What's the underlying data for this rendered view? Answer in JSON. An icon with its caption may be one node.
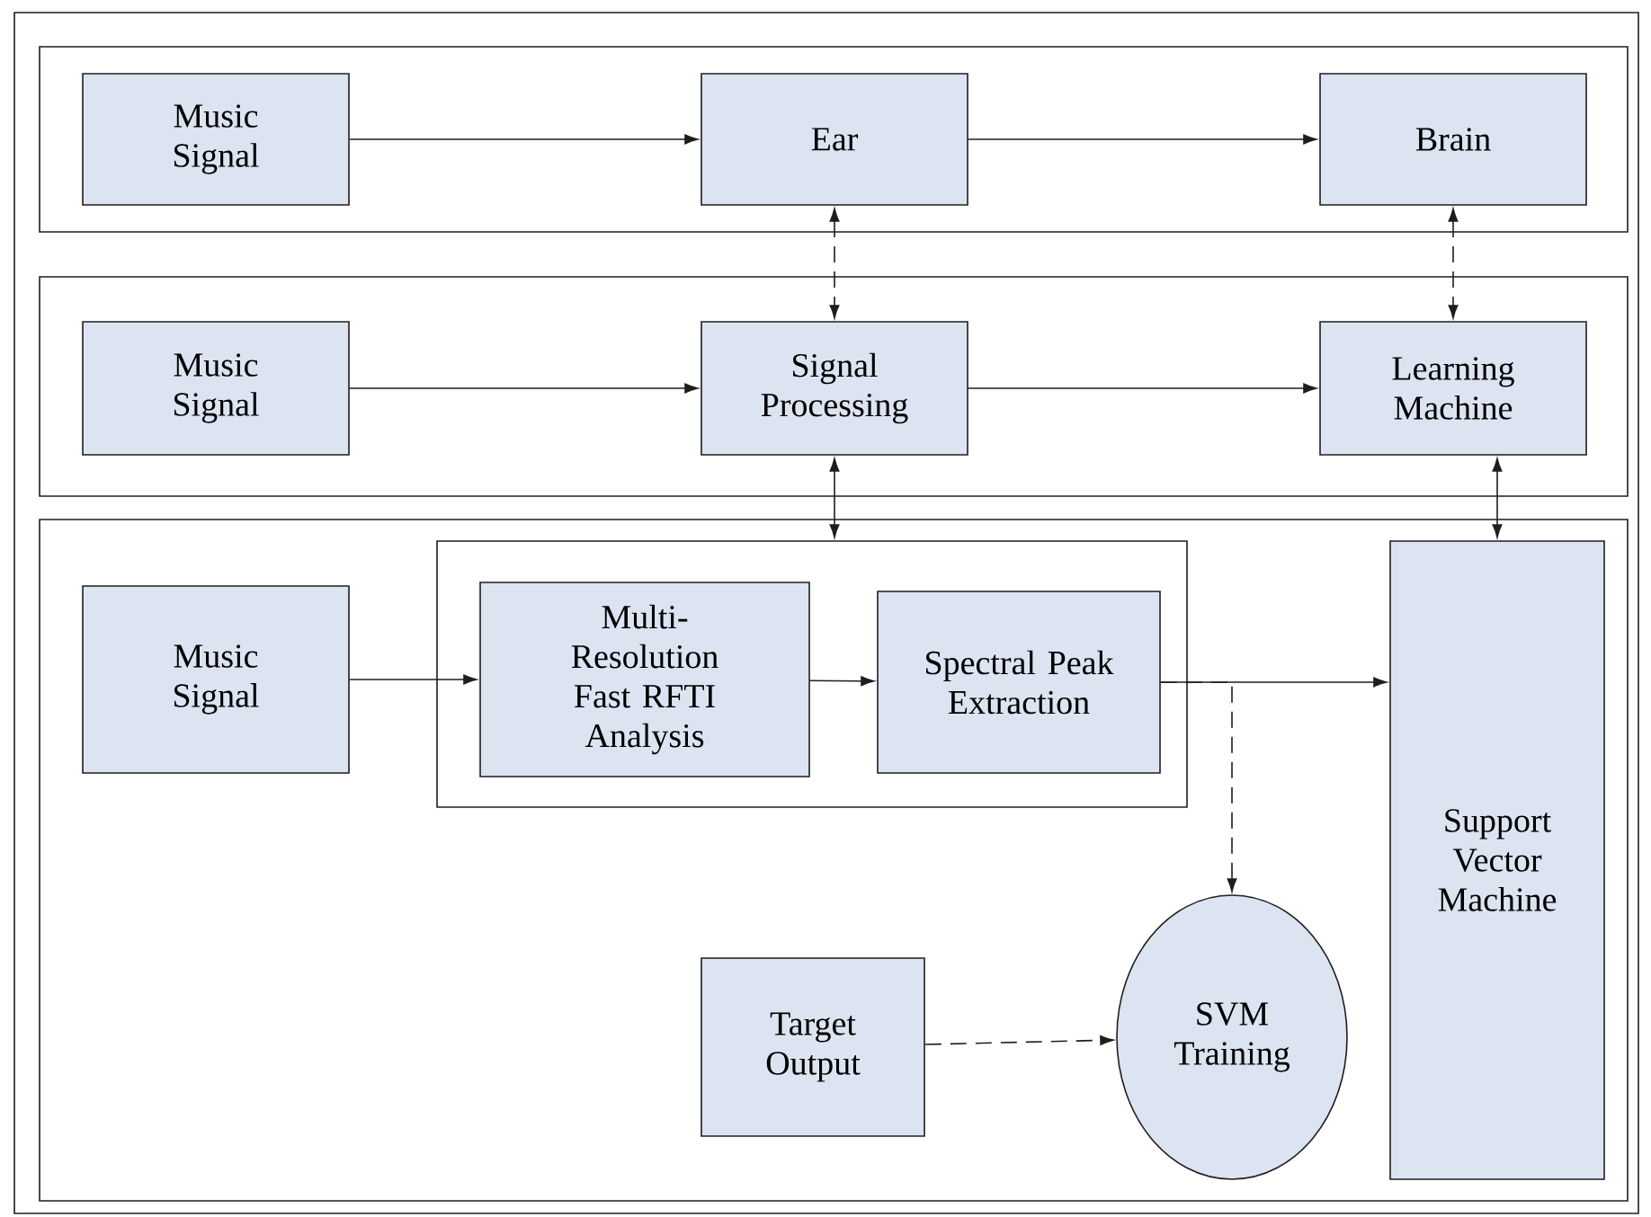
{
  "diagram": {
    "nodes": [
      {
        "text": [],
        "shape": "box"
      },
      {
        "text": [
          "Music Signal"
        ],
        "in": 0
      },
      {
        "text": [
          "Ear"
        ],
        "in": 0
      },
      {
        "text": [
          "Brain"
        ],
        "in": 0
      },
      {
        "text": [],
        "shape": "box"
      },
      {
        "text": [
          "Music Signal"
        ],
        "in": 4
      },
      {
        "text": [
          "Signal Processing"
        ],
        "in": 4
      },
      {
        "text": [
          "Learning Machine"
        ],
        "in": 4
      },
      {
        "text": [],
        "shape": "box"
      },
      {
        "text": [
          "Music Signal"
        ],
        "in": 8
      },
      {
        "text": [],
        "shape": "box",
        "in": 8
      },
      {
        "text": [
          "Multi-Resolution Fast RFTI Analysis"
        ],
        "in": 10
      },
      {
        "text": [
          "Spectral Peak Extraction"
        ],
        "in": 10
      },
      {
        "text": [
          "Support Vector Machine"
        ],
        "in": 8
      },
      {
        "text": [
          "Target Output"
        ],
        "in": 8
      },
      {
        "text": [
          "SVM Training"
        ],
        "in": 8
      }
    ],
    "edges": [
      {
        "from": 1,
        "to": 2,
        "arrow": "to"
      },
      {
        "from": 2,
        "to": 3,
        "arrow": "to"
      },
      {
        "from": 2,
        "to": 6,
        "arrow": "both",
        "style": "dashed"
      },
      {
        "from": 3,
        "to": 7,
        "arrow": "both",
        "style": "dashed"
      },
      {
        "from": 5,
        "to": 6,
        "arrow": "to"
      },
      {
        "from": 6,
        "to": 7,
        "arrow": "to"
      },
      {
        "from": 6,
        "to": 10,
        "arrow": "both"
      },
      {
        "from": 7,
        "to": 13,
        "arrow": "both"
      },
      {
        "from": 9,
        "to": 11,
        "arrow": "to"
      },
      {
        "from": 11,
        "to": 12,
        "arrow": "to"
      },
      {
        "from": 12,
        "to": 13,
        "arrow": "to"
      },
      {
        "from": 12,
        "to": 15,
        "arrow": "to",
        "style": "dashed"
      },
      {
        "from": 14,
        "to": 15,
        "arrow": "to",
        "style": "dashed"
      }
    ]
  }
}
